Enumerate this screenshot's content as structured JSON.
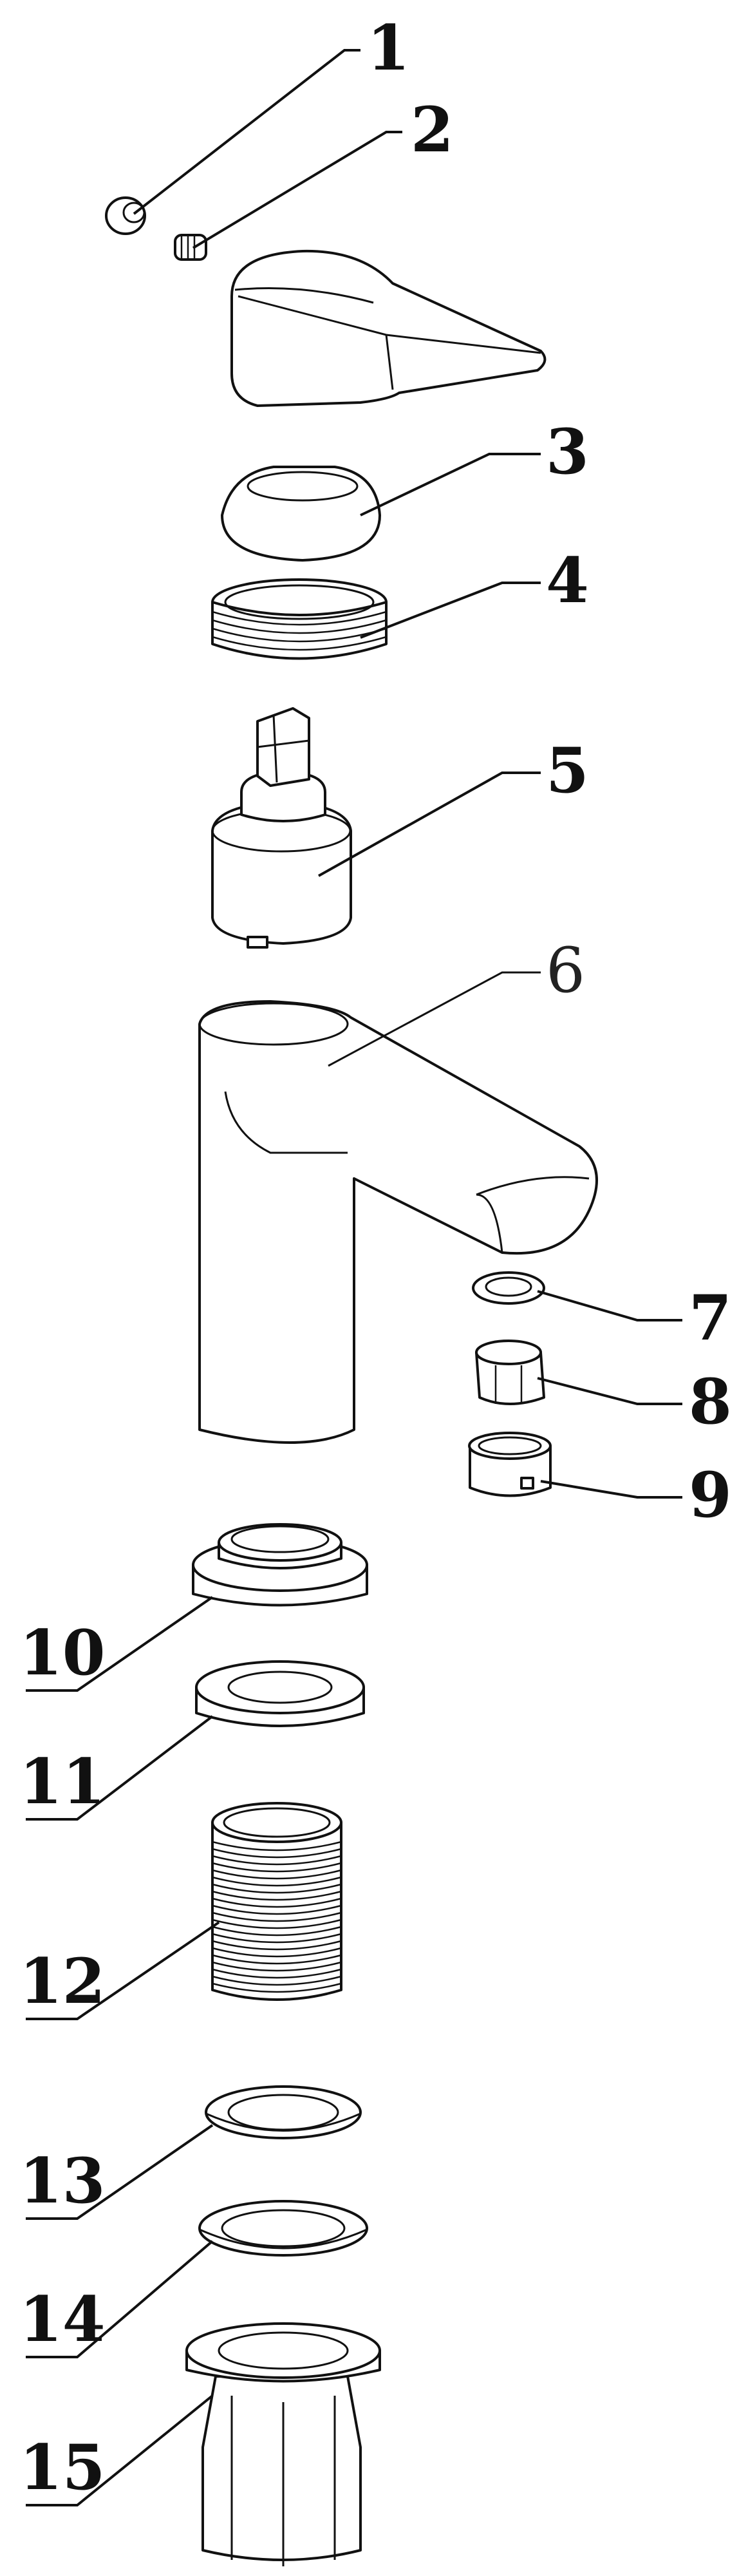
{
  "parts": [
    {
      "id": "1",
      "label": "1"
    },
    {
      "id": "2",
      "label": "2"
    },
    {
      "id": "3",
      "label": "3"
    },
    {
      "id": "4",
      "label": "4"
    },
    {
      "id": "5",
      "label": "5"
    },
    {
      "id": "6",
      "label": "6"
    },
    {
      "id": "7",
      "label": "7"
    },
    {
      "id": "8",
      "label": "8"
    },
    {
      "id": "9",
      "label": "9"
    },
    {
      "id": "10",
      "label": "10"
    },
    {
      "id": "11",
      "label": "11"
    },
    {
      "id": "12",
      "label": "12"
    },
    {
      "id": "13",
      "label": "13"
    },
    {
      "id": "14",
      "label": "14"
    },
    {
      "id": "15",
      "label": "15"
    }
  ],
  "colors": {
    "line": "#111111",
    "background": "#ffffff"
  }
}
